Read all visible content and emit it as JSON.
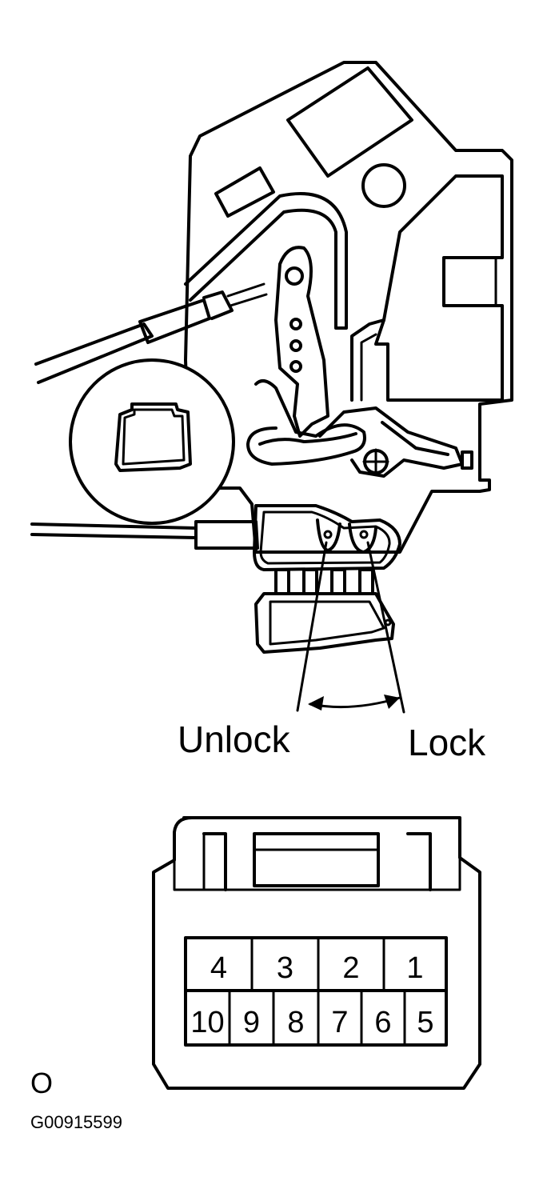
{
  "labels": {
    "unlock": "Unlock",
    "lock": "Lock",
    "connector_letter": "O",
    "figure_code": "G00915599"
  },
  "connector": {
    "top_row": [
      "4",
      "3",
      "2",
      "1"
    ],
    "bottom_row": [
      "10",
      "9",
      "8",
      "7",
      "6",
      "5"
    ]
  },
  "colors": {
    "line": "#000000",
    "background": "#ffffff"
  }
}
